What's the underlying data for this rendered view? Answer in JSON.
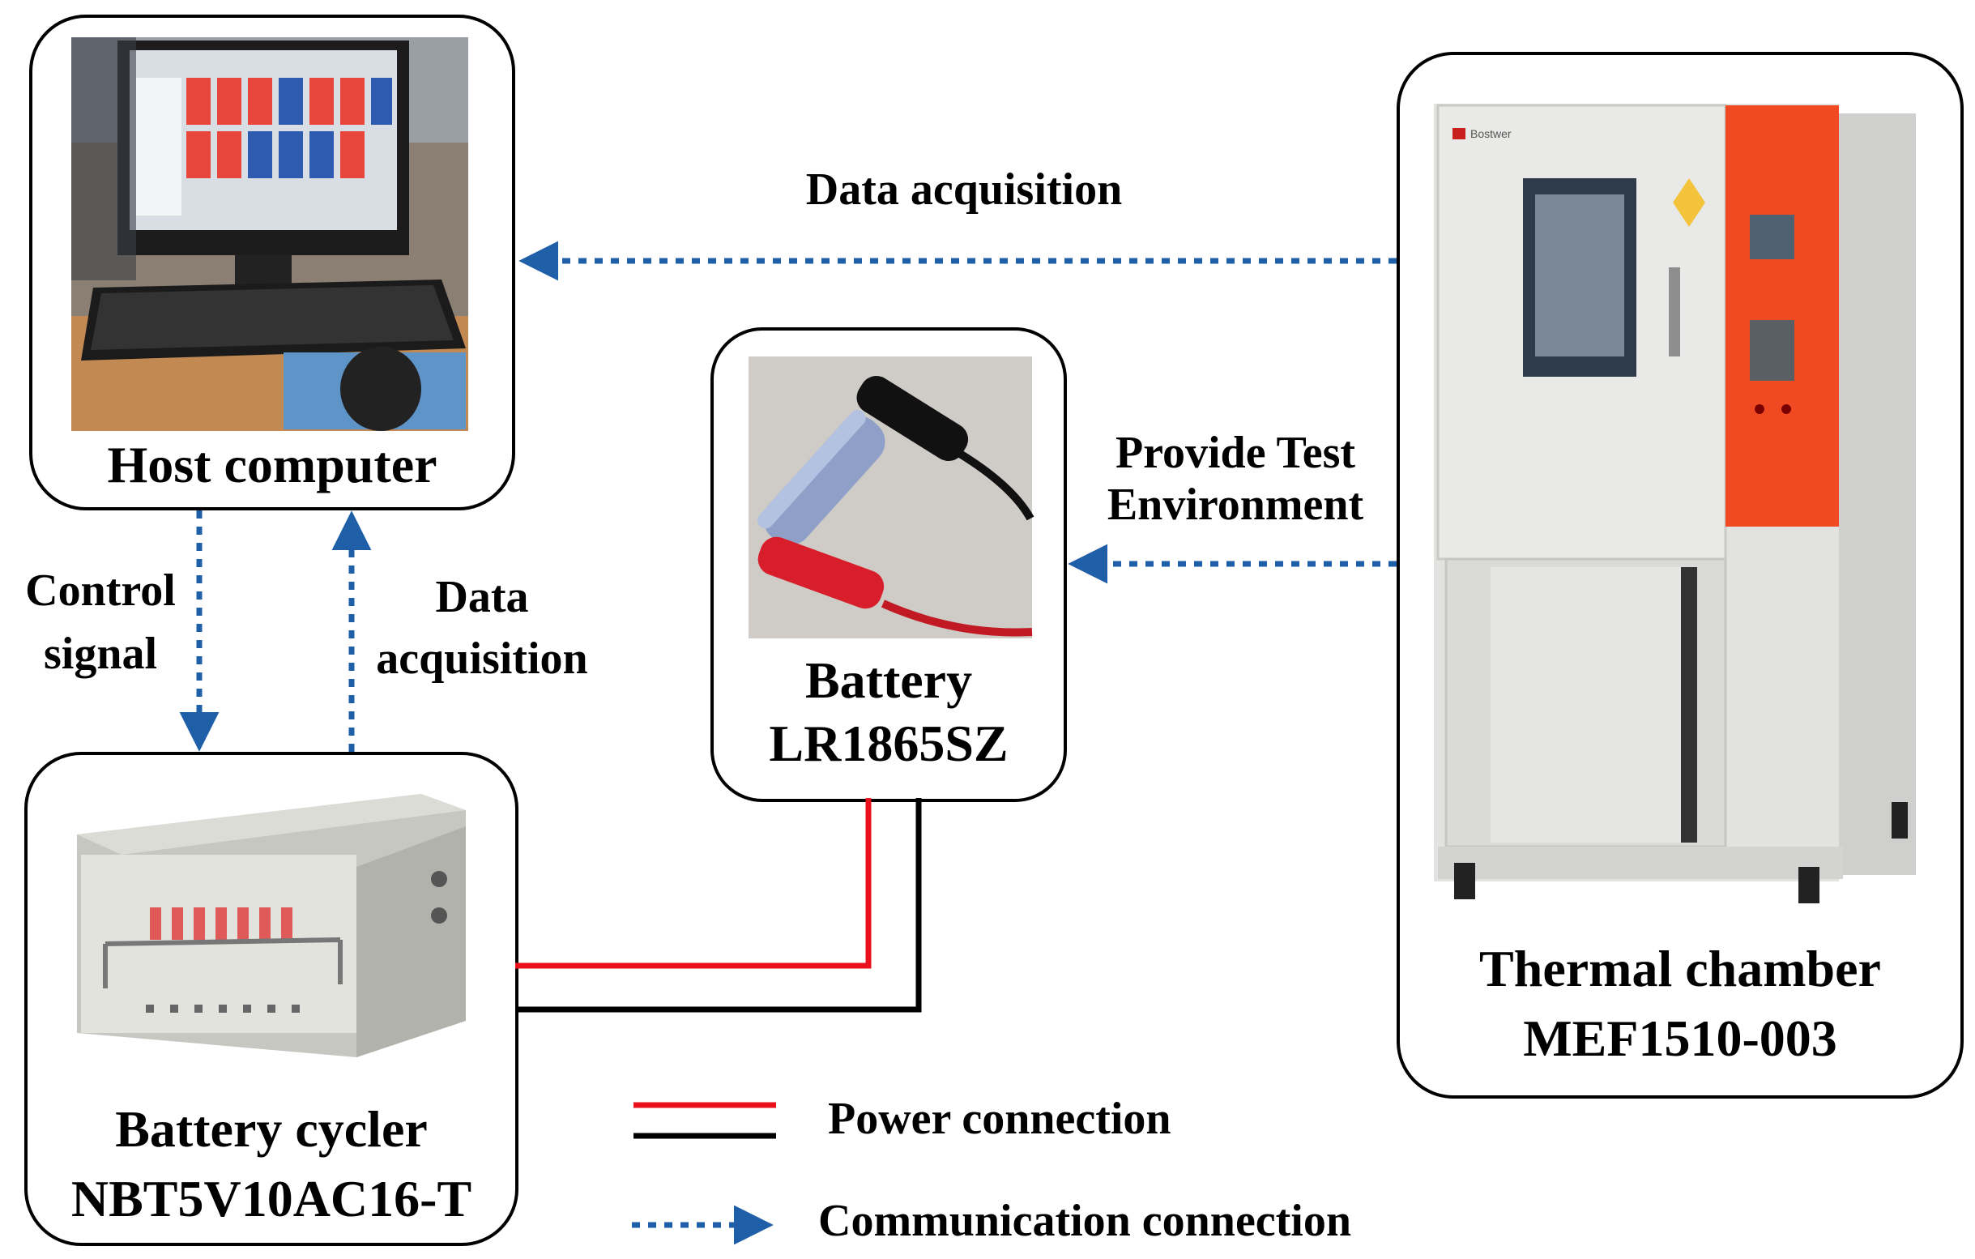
{
  "nodes": {
    "host": {
      "title": "Host computer"
    },
    "battery": {
      "line1": "Battery",
      "line2": "LR1865SZ"
    },
    "cycler": {
      "line1": "Battery cycler",
      "line2": "NBT5V10AC16-T"
    },
    "chamber": {
      "line1": "Thermal chamber",
      "line2": "MEF1510-003",
      "brand": "Bostwer"
    }
  },
  "edges": {
    "top_data": "Data acquisition",
    "provide_line1": "Provide Test",
    "provide_line2": "Environment",
    "control_line1": "Control",
    "control_line2": "signal",
    "left_data_line1": "Data",
    "left_data_line2": "acquisition"
  },
  "legend": {
    "power": "Power connection",
    "comm": "Communication connection"
  },
  "colors": {
    "comm": "#1f5fa8",
    "power_red": "#e8101a",
    "power_black": "#000000",
    "chamber_panel": "#f04a23"
  }
}
